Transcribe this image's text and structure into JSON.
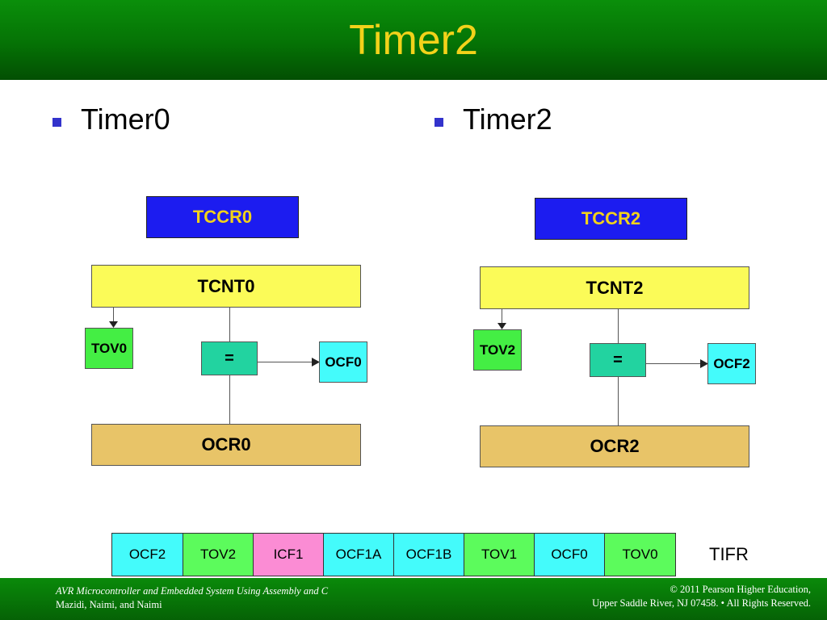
{
  "slide": {
    "title": "Timer2"
  },
  "left": {
    "bullet": "Timer0",
    "tccr": "TCCR0",
    "tcnt": "TCNT0",
    "tov": "TOV0",
    "comparator": "=",
    "ocf": "OCF0",
    "ocr": "OCR0"
  },
  "right": {
    "bullet": "Timer2",
    "tccr": "TCCR2",
    "tcnt": "TCNT2",
    "tov": "TOV2",
    "comparator": "=",
    "ocf": "OCF2",
    "ocr": "OCR2"
  },
  "tifr": {
    "label": "TIFR",
    "bits": [
      {
        "name": "OCF2",
        "color": "#44fbfb"
      },
      {
        "name": "TOV2",
        "color": "#5cfb5c"
      },
      {
        "name": "ICF1",
        "color": "#fb8cd4"
      },
      {
        "name": "OCF1A",
        "color": "#44fbfb"
      },
      {
        "name": "OCF1B",
        "color": "#44fbfb"
      },
      {
        "name": "TOV1",
        "color": "#5cfb5c"
      },
      {
        "name": "OCF0",
        "color": "#44fbfb"
      },
      {
        "name": "TOV0",
        "color": "#5cfb5c"
      }
    ]
  },
  "footer": {
    "book_title": "AVR Microcontroller and Embedded System Using Assembly and C",
    "authors": "Mazidi, Naimi, and Naimi",
    "copyright": "© 2011   Pearson Higher Education,",
    "address": "Upper Saddle River, NJ 07458. • All Rights Reserved."
  },
  "colors": {
    "header_green": "#057205",
    "title_yellow": "#f2d21a",
    "bullet_blue": "#3333cc"
  }
}
